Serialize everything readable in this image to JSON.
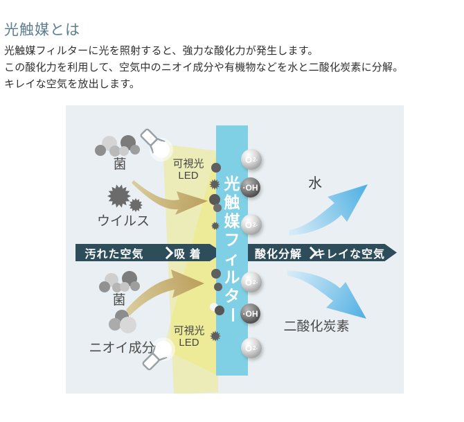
{
  "page": {
    "title": "光触媒とは",
    "description_lines": [
      "光触媒フィルターに光を照射すると、強力な酸化力が発生します。",
      "この酸化力を利用して、空気中のニオイ成分や有機物などを水と二酸化炭素に分解。",
      "キレイな空気を放出します。"
    ]
  },
  "diagram": {
    "filter": {
      "full": "光触媒フィルター",
      "chars": [
        "光",
        "触",
        "媒",
        "フ",
        "ィ",
        "ル",
        "タ",
        "ー"
      ]
    },
    "banner": {
      "dirty_air": "汚れた空気",
      "adsorption": "吸 着",
      "oxidative_decomposition": "酸化分解",
      "clean_air": "キレイな空気"
    },
    "labels": {
      "bacteria_top": "菌",
      "virus": "ウイルス",
      "visible_light_line1": "可視光",
      "visible_light_line2": "LED",
      "bacteria_bottom": "菌",
      "odor": "ニオイ成分",
      "water": "水",
      "co2": "二酸化炭素"
    },
    "molecules": {
      "o2_main": "O",
      "o2_sub": "2-",
      "oh": "·OH"
    },
    "icons": {
      "flashlight-icon": "svg-shape",
      "light-beam-icon": "svg-polygon",
      "virus-icon": "svg-starburst",
      "bacteria-cluster-icon": "svg-circles",
      "odor-cluster-icon": "svg-circles",
      "adsorption-arrow-icon": "svg-tan-swoosh",
      "water-arrow-icon": "svg-blue-swoosh",
      "co2-arrow-icon": "svg-blue-swoosh",
      "chevron-icon": "css-chevron"
    },
    "colors": {
      "title": "#5d7f92",
      "diagram_background": "#e9eff2",
      "filter_bar": "#7fd0e4",
      "banner": "#2e4d5b",
      "beam_yellow": "#f0e871",
      "arrow_tan": "#bb9f5c",
      "arrow_blue": "#50b0e2",
      "molecule_gray": "#8a8a8a",
      "molecule_dark": "#3e3e3e"
    }
  }
}
